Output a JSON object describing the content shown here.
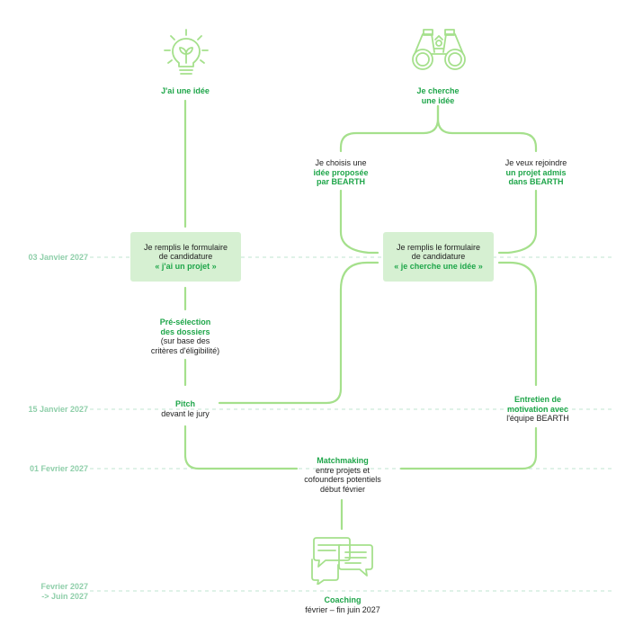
{
  "colors": {
    "line": "#a5e08c",
    "accent": "#1fa64a",
    "box_fill": "#d6f0d2",
    "timeline": "#bfe5d0",
    "date_text": "#8fcfaa"
  },
  "icons": {
    "idea": "lightbulb-icon",
    "search": "binoculars-icon",
    "coaching": "chat-bubbles-icon"
  },
  "timeline": [
    {
      "label": "03 Janvier 2027"
    },
    {
      "label": "15 Janvier 2027"
    },
    {
      "label": "01 Fevrier 2027"
    },
    {
      "line1": "Fevrier 2027",
      "line2": "-> Juin 2027"
    }
  ],
  "left_path": {
    "title": "J'ai une idée",
    "form": {
      "line1": "Je remplis le formulaire",
      "line2": "de candidature",
      "line3": "« j'ai un projet »"
    },
    "preselection": {
      "line1": "Pré-sélection",
      "line2": "des dossiers",
      "line3": "(sur base des",
      "line4": "critères d'éligibilité)"
    },
    "pitch": {
      "title": "Pitch",
      "subtitle": "devant le jury"
    }
  },
  "right_path": {
    "title": {
      "line1": "Je cherche",
      "line2": "une idée"
    },
    "choice_left": {
      "line1": "Je choisis une",
      "line2": "idée proposée",
      "line3": "par BEARTH"
    },
    "choice_right": {
      "line1": "Je veux rejoindre",
      "line2": "un projet admis",
      "line3": "dans BEARTH"
    },
    "form": {
      "line1": "Je remplis le formulaire",
      "line2": "de candidature",
      "line3": "« je cherche une idée »"
    },
    "interview": {
      "line1": "Entretien de",
      "line2": "motivation avec",
      "line3": "l'équipe BEARTH"
    }
  },
  "matchmaking": {
    "title": "Matchmaking",
    "line1": "entre projets et",
    "line2": "cofounders potentiels",
    "line3": "début février"
  },
  "coaching": {
    "title": "Coaching",
    "subtitle": "février – fin juin 2027"
  }
}
